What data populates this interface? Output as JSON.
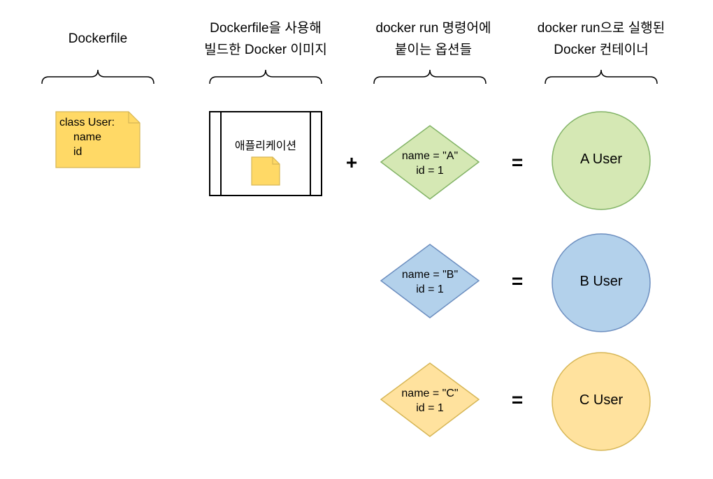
{
  "headers": [
    {
      "lines": [
        "Dockerfile"
      ]
    },
    {
      "lines": [
        "Dockerfile을 사용해",
        "빌드한 Docker 이미지"
      ]
    },
    {
      "lines": [
        "docker run 명령어에",
        "붙이는 옵션들"
      ]
    },
    {
      "lines": [
        "docker run으로 실행된",
        "Docker 컨테이너"
      ]
    }
  ],
  "dockerfile_note": {
    "lines": [
      "class User:",
      "name",
      "id"
    ]
  },
  "image_box": {
    "label": "애플리케이션"
  },
  "operators": {
    "plus": "+",
    "equals": "="
  },
  "rows": [
    {
      "option_lines": [
        "name = \"A\"",
        "id = 1"
      ],
      "container": "A User"
    },
    {
      "option_lines": [
        "name = \"B\"",
        "id = 1"
      ],
      "container": "B User"
    },
    {
      "option_lines": [
        "name = \"C\"",
        "id = 1"
      ],
      "container": "C User"
    }
  ],
  "colors": {
    "note_fill": "#FFD966",
    "note_stroke": "#D6B656",
    "green_fill": "#D5E8B4",
    "green_stroke": "#82B366",
    "blue_fill": "#B3D1EB",
    "blue_stroke": "#6C8EBF",
    "yellow_fill": "#FFE29E",
    "yellow_stroke": "#D6B656"
  }
}
